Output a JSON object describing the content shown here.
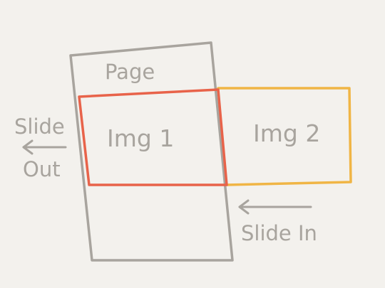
{
  "labels": {
    "page": "Page",
    "img1": "Img 1",
    "img2": "Img 2",
    "slide_out_line1": "Slide",
    "slide_out_line2": "Out",
    "slide_in": "Slide In"
  },
  "colors": {
    "background": "#f3f1ed",
    "page_outline": "#a8a49e",
    "img1_outline": "#e8634a",
    "img2_outline": "#f0b545",
    "text": "#a8a49e",
    "arrow": "#a8a49e"
  }
}
